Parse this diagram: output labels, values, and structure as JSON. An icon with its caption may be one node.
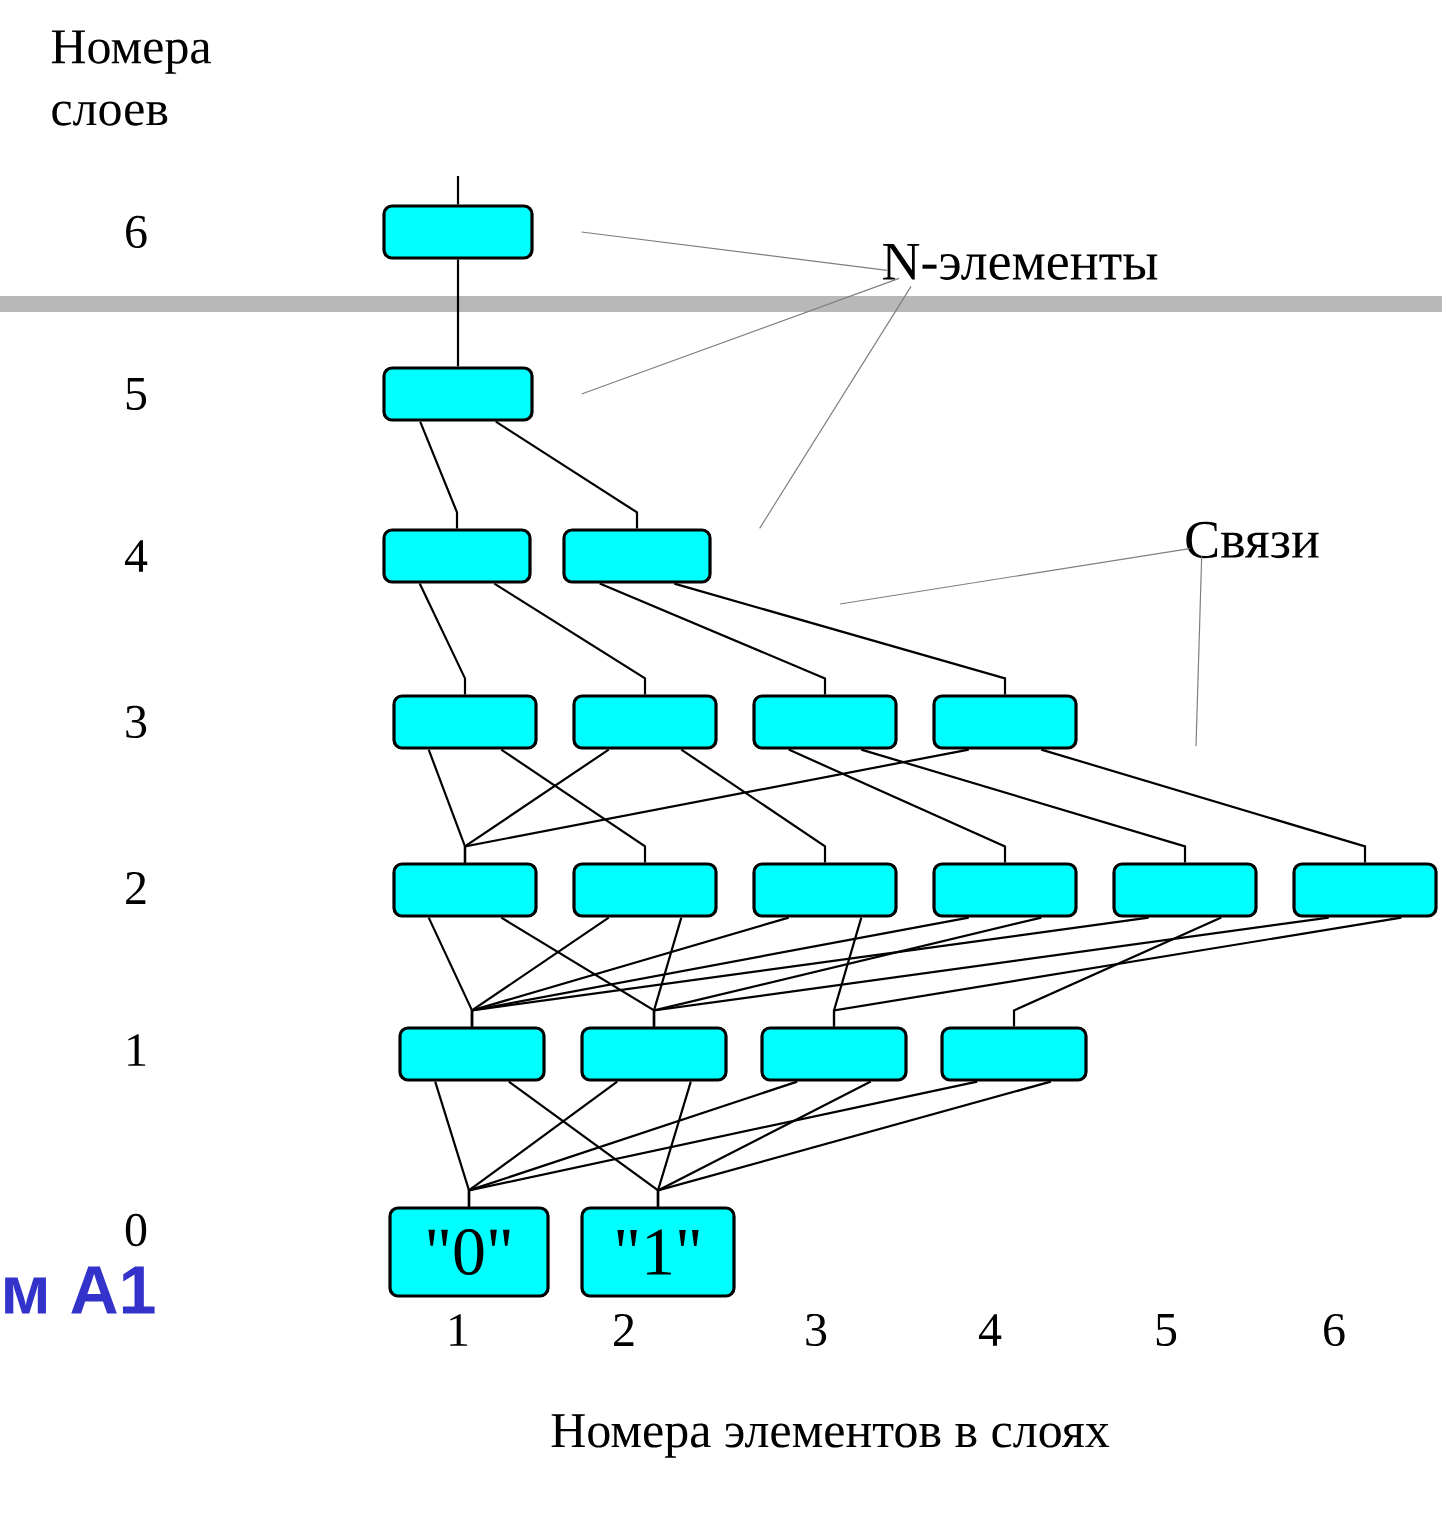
{
  "diagram": {
    "nodes": [
      {
        "text": [],
        "shape": "box"
      },
      {
        "text": [],
        "shape": "box"
      },
      {
        "text": [],
        "shape": "box"
      },
      {
        "text": [],
        "shape": "box"
      },
      {
        "text": [],
        "shape": "box"
      },
      {
        "text": [],
        "shape": "box"
      },
      {
        "text": [],
        "shape": "box"
      },
      {
        "text": [],
        "shape": "box"
      },
      {
        "text": [],
        "shape": "box"
      },
      {
        "text": [],
        "shape": "box"
      },
      {
        "text": [],
        "shape": "box"
      },
      {
        "text": [],
        "shape": "box"
      },
      {
        "text": [],
        "shape": "box"
      },
      {
        "text": [],
        "shape": "box"
      },
      {
        "text": [],
        "shape": "box"
      },
      {
        "text": [],
        "shape": "box"
      },
      {
        "text": [],
        "shape": "box"
      },
      {
        "text": [],
        "shape": "box"
      },
      {
        "text": [
          "\"0\""
        ]
      },
      {
        "text": [
          "\"1\""
        ]
      },
      {
        "text": [
          "N-элементы"
        ]
      },
      {
        "text": [
          "Связи"
        ]
      }
    ],
    "edges": [
      {
        "from": null,
        "to": 0,
        "arrow": "none"
      },
      {
        "from": 0,
        "to": 1,
        "arrow": "none"
      },
      {
        "from": 1,
        "to": 2,
        "arrow": "none"
      },
      {
        "from": 1,
        "to": 3,
        "arrow": "none"
      },
      {
        "from": 2,
        "to": 4,
        "arrow": "none"
      },
      {
        "from": 2,
        "to": 5,
        "arrow": "none"
      },
      {
        "from": 3,
        "to": 6,
        "arrow": "none"
      },
      {
        "from": 3,
        "to": 7,
        "arrow": "none"
      },
      {
        "from": 4,
        "to": 8,
        "arrow": "none"
      },
      {
        "from": 4,
        "to": 9,
        "arrow": "none"
      },
      {
        "from": 5,
        "to": 8,
        "arrow": "none"
      },
      {
        "from": 5,
        "to": 10,
        "arrow": "none"
      },
      {
        "from": 6,
        "to": 11,
        "arrow": "none"
      },
      {
        "from": 6,
        "to": 12,
        "arrow": "none"
      },
      {
        "from": 7,
        "to": 8,
        "arrow": "none"
      },
      {
        "from": 7,
        "to": 13,
        "arrow": "none"
      },
      {
        "from": 8,
        "to": 14,
        "arrow": "none"
      },
      {
        "from": 8,
        "to": 15,
        "arrow": "none"
      },
      {
        "from": 9,
        "to": 14,
        "arrow": "none"
      },
      {
        "from": 9,
        "to": 15,
        "arrow": "none"
      },
      {
        "from": 10,
        "to": 14,
        "arrow": "none"
      },
      {
        "from": 10,
        "to": 16,
        "arrow": "none"
      },
      {
        "from": 11,
        "to": 14,
        "arrow": "none"
      },
      {
        "from": 11,
        "to": 15,
        "arrow": "none"
      },
      {
        "from": 12,
        "to": 14,
        "arrow": "none"
      },
      {
        "from": 12,
        "to": 17,
        "arrow": "none"
      },
      {
        "from": 13,
        "to": 15,
        "arrow": "none"
      },
      {
        "from": 13,
        "to": 16,
        "arrow": "none"
      },
      {
        "from": 14,
        "to": 18,
        "arrow": "none"
      },
      {
        "from": 14,
        "to": 19,
        "arrow": "none"
      },
      {
        "from": 15,
        "to": 18,
        "arrow": "none"
      },
      {
        "from": 15,
        "to": 19,
        "arrow": "none"
      },
      {
        "from": 16,
        "to": 18,
        "arrow": "none"
      },
      {
        "from": 16,
        "to": 19,
        "arrow": "none"
      },
      {
        "from": 17,
        "to": 18,
        "arrow": "none"
      },
      {
        "from": 17,
        "to": 19,
        "arrow": "none"
      },
      {
        "from": 20,
        "to": 0,
        "arrow": "none",
        "color": "#7f7f7f"
      },
      {
        "from": 20,
        "to": 1,
        "arrow": "none",
        "color": "#7f7f7f"
      },
      {
        "from": 20,
        "to": 3,
        "arrow": "none",
        "color": "#7f7f7f"
      },
      {
        "from": 21,
        "to": null,
        "arrow": "none",
        "color": "#7f7f7f"
      },
      {
        "from": 21,
        "to": null,
        "arrow": "none",
        "color": "#7f7f7f"
      }
    ],
    "labels": [
      "Номера слоев",
      "6",
      "5",
      "4",
      "3",
      "2",
      "1",
      "0",
      "м A1",
      "1",
      "2",
      "3",
      "4",
      "5",
      "6",
      "Номера элементов в слоях"
    ]
  }
}
